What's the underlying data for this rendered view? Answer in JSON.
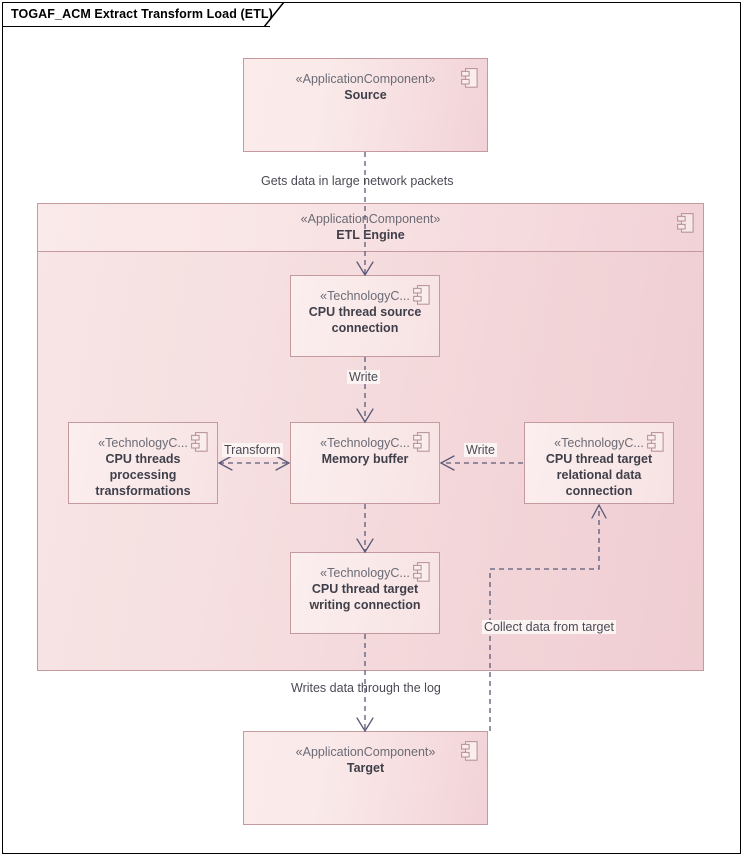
{
  "diagram": {
    "title": "TOGAF_ACM Extract Transform Load (ETL)",
    "frame_border_color": "#000000",
    "node_border_color": "#c49a9e",
    "connector_color": "#5a5a78",
    "text_color": "#3f3f4a"
  },
  "nodes": {
    "source": {
      "stereotype": "«ApplicationComponent»",
      "name": "Source",
      "icon": "uml-component-icon"
    },
    "etl_engine": {
      "stereotype": "«ApplicationComponent»",
      "name": "ETL Engine",
      "icon": "uml-component-icon"
    },
    "cpu_source_connection": {
      "stereotype": "«TechnologyC...",
      "name": "CPU thread source connection",
      "icon": "uml-component-icon"
    },
    "cpu_transformations": {
      "stereotype": "«TechnologyC...",
      "name": "CPU threads processing transformations",
      "icon": "uml-component-icon"
    },
    "memory_buffer": {
      "stereotype": "«TechnologyC...",
      "name": "Memory buffer",
      "icon": "uml-component-icon"
    },
    "cpu_target_relational": {
      "stereotype": "«TechnologyC...",
      "name": "CPU thread target relational data connection",
      "icon": "uml-component-icon"
    },
    "cpu_target_writing": {
      "stereotype": "«TechnologyC...",
      "name": "CPU thread target writing connection",
      "icon": "uml-component-icon"
    },
    "target": {
      "stereotype": "«ApplicationComponent»",
      "name": "Target",
      "icon": "uml-component-icon"
    }
  },
  "connectors": {
    "source_to_etl": "Gets data in large network packets",
    "srcconn_to_buffer": "Write",
    "transformations_to_buffer": "Transform",
    "relational_to_buffer": "Write",
    "etl_to_target": "Writes data through the log",
    "target_to_relational": "Collect data from target"
  }
}
